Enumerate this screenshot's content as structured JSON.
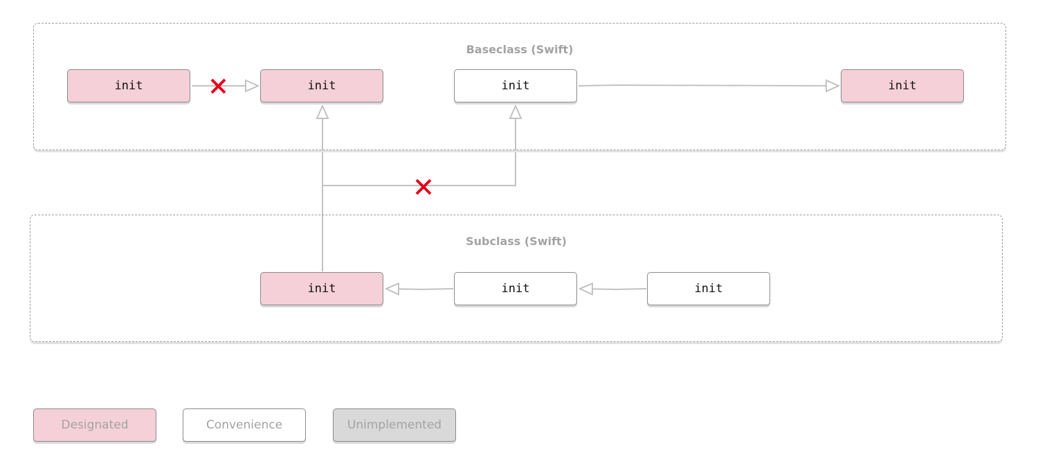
{
  "colors": {
    "designated": "#f5d0d8",
    "convenience": "#ffffff",
    "unimplemented": "#d9d9d9",
    "connector": "#c2c2c2",
    "blocked_marker": "#e0001b"
  },
  "baseclass": {
    "title": "Baseclass (Swift)",
    "nodes": [
      {
        "label": "init",
        "kind": "designated"
      },
      {
        "label": "init",
        "kind": "designated"
      },
      {
        "label": "init",
        "kind": "convenience"
      },
      {
        "label": "init",
        "kind": "designated"
      }
    ]
  },
  "subclass": {
    "title": "Subclass (Swift)",
    "nodes": [
      {
        "label": "init",
        "kind": "designated"
      },
      {
        "label": "init",
        "kind": "convenience"
      },
      {
        "label": "init",
        "kind": "convenience"
      }
    ]
  },
  "connections": [
    {
      "from": "baseclass.init-1",
      "to": "baseclass.init-2",
      "blocked": true
    },
    {
      "from": "baseclass.init-3",
      "to": "baseclass.init-4",
      "blocked": false
    },
    {
      "from": "subclass.init-1",
      "to": "baseclass.init-2",
      "blocked": false
    },
    {
      "from": "subclass.init-1",
      "to": "baseclass.init-3",
      "blocked": true
    },
    {
      "from": "subclass.init-2",
      "to": "subclass.init-1",
      "blocked": false
    },
    {
      "from": "subclass.init-3",
      "to": "subclass.init-2",
      "blocked": false
    }
  ],
  "legend": {
    "designated": "Designated",
    "convenience": "Convenience",
    "unimplemented": "Unimplemented"
  }
}
